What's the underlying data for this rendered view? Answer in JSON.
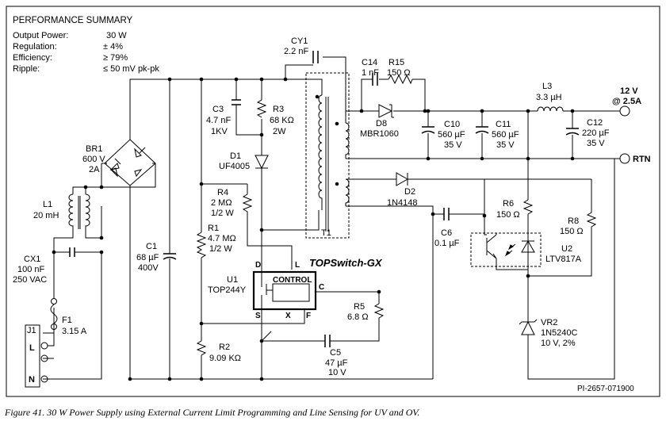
{
  "summary": {
    "heading": "PERFORMANCE SUMMARY",
    "rows": [
      {
        "label": "Output Power:",
        "value": "30 W"
      },
      {
        "label": "Regulation:",
        "value": "± 4%"
      },
      {
        "label": "Efficiency:",
        "value": "≥ 79%"
      },
      {
        "label": "Ripple:",
        "value": "≤ 50 mV pk-pk"
      }
    ]
  },
  "components": {
    "cy1": [
      "CY1",
      "2.2 nF"
    ],
    "c14": [
      "C14",
      "1 nF"
    ],
    "r15": [
      "R15",
      "150 Ω"
    ],
    "l3": [
      "L3",
      "3.3 µH"
    ],
    "c3": [
      "C3",
      "4.7 nF",
      "1KV"
    ],
    "r3": [
      "R3",
      "68 KΩ",
      "2W"
    ],
    "d1": [
      "D1",
      "UF4005"
    ],
    "d8": [
      "D8",
      "MBR1060"
    ],
    "c10": [
      "C10",
      "560 µF",
      "35 V"
    ],
    "c11": [
      "C11",
      "560 µF",
      "35 V"
    ],
    "c12": [
      "C12",
      "220 µF",
      "35 V"
    ],
    "br1": [
      "BR1",
      "600 V",
      "2A"
    ],
    "l1": [
      "L1",
      "20 mH"
    ],
    "r4": [
      "R4",
      "2 MΩ",
      "1/2 W"
    ],
    "r1": [
      "R1",
      "4.7 MΩ",
      "1/2 W"
    ],
    "d2": [
      "D2",
      "1N4148"
    ],
    "r6": [
      "R6",
      "150 Ω"
    ],
    "r8": [
      "R8",
      "150 Ω"
    ],
    "c1": [
      "C1",
      "68 µF",
      "400V"
    ],
    "t1": [
      "T1"
    ],
    "c6": [
      "C6",
      "0.1 µF"
    ],
    "cx1": [
      "CX1",
      "100 nF",
      "250 VAC"
    ],
    "u1": [
      "U1",
      "TOP244Y"
    ],
    "u2": [
      "U2",
      "LTV817A"
    ],
    "f1": [
      "F1",
      "3.15 A"
    ],
    "r5": [
      "R5",
      "6.8 Ω"
    ],
    "vr2": [
      "VR2",
      "1N5240C",
      "10 V, 2%"
    ],
    "j1": [
      "J1"
    ],
    "r2": [
      "R2",
      "9.09 KΩ"
    ],
    "c5": [
      "C5",
      "47 µF",
      "10 V"
    ]
  },
  "ic": {
    "brand": "TOPSwitch-GX",
    "control_label": "CONTROL",
    "pins": {
      "d": "D",
      "l": "L",
      "c": "C",
      "s": "S",
      "x": "X",
      "f": "F"
    }
  },
  "connector_pins": {
    "l": "L",
    "n": "N"
  },
  "outputs": {
    "v12": "12 V",
    "current": "@ 2.5A",
    "rtn": "RTN"
  },
  "part_number": "PI-2657-071900",
  "caption": "Figure 41.  30 W Power Supply using External Current Limit Programming and Line Sensing for UV and OV."
}
